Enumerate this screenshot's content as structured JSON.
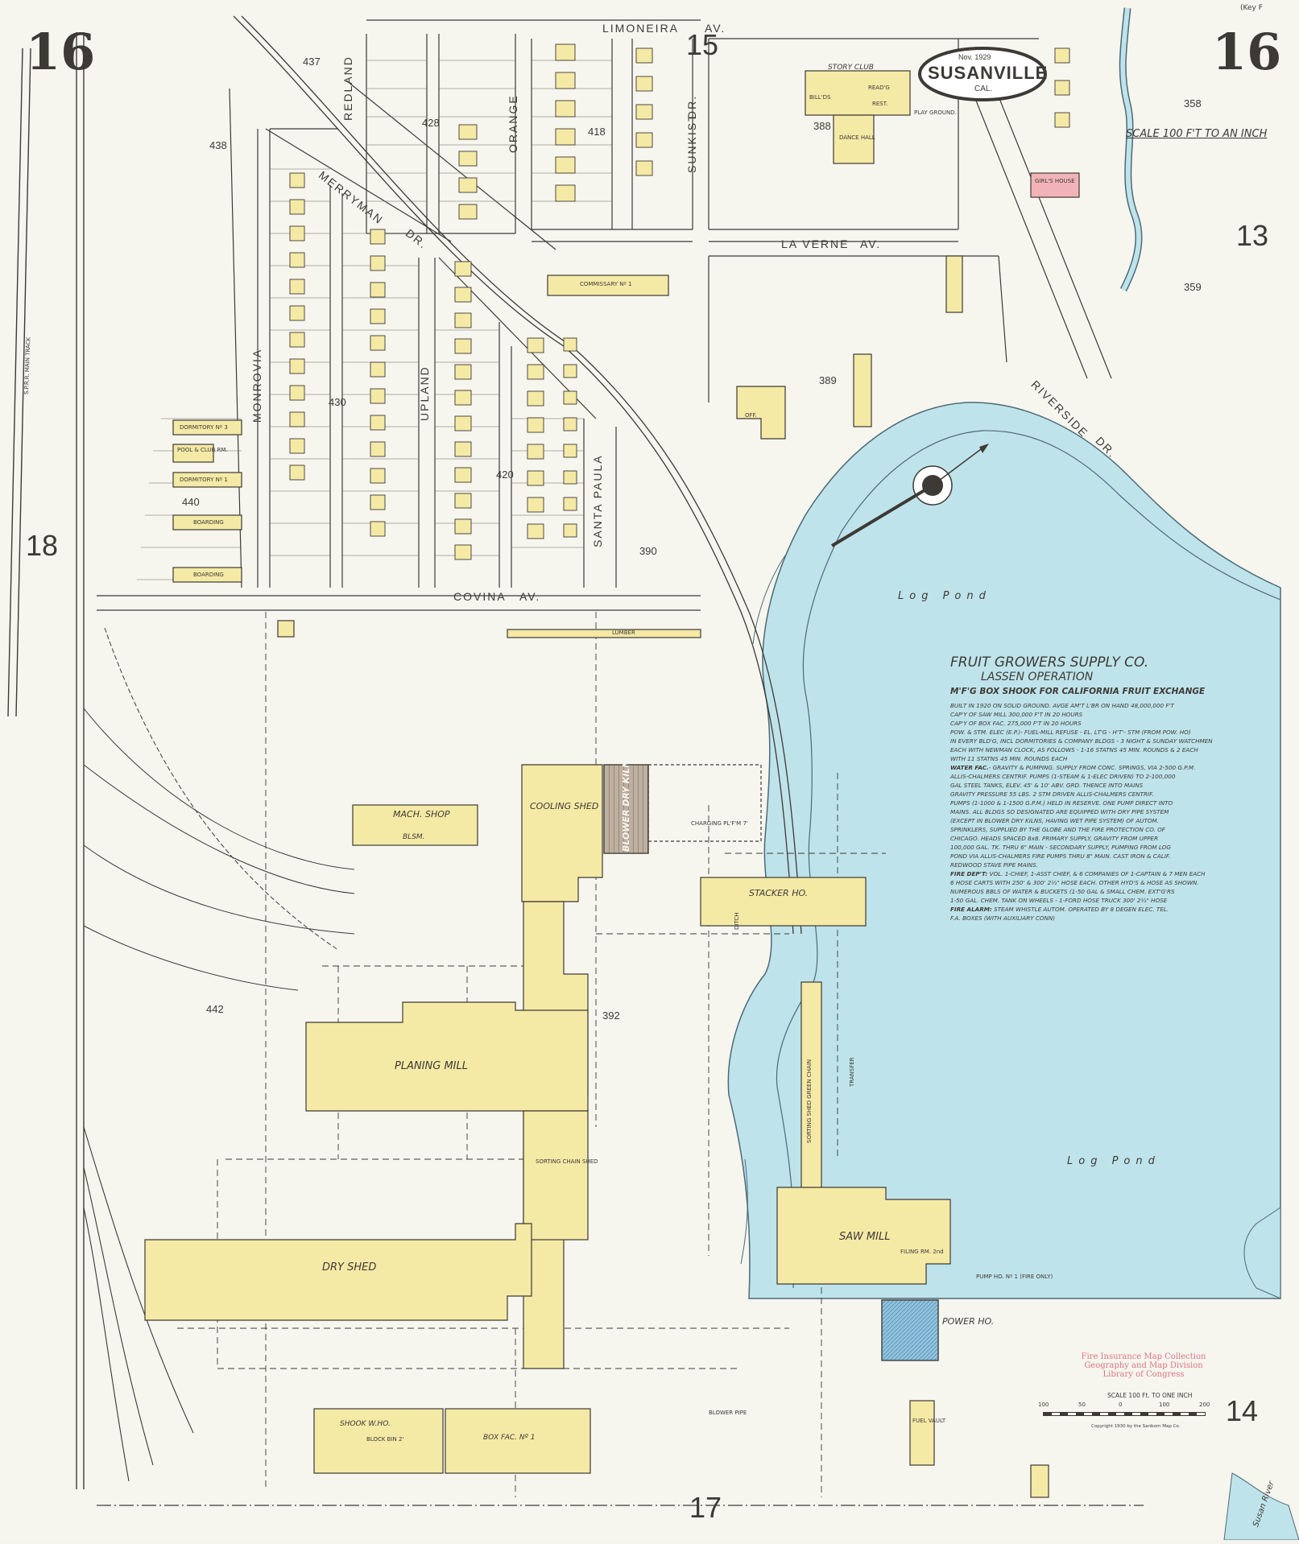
{
  "sheet": {
    "number_left": "16",
    "number_right": "16",
    "adjacent": {
      "top": "15",
      "left": "18",
      "right_upper": "13",
      "right_lower": "14",
      "bottom": "17"
    },
    "corner_note": "(Key F"
  },
  "cartouche": {
    "date": "Nov. 1929",
    "town": "SUSANVILLE",
    "state": "CAL."
  },
  "scale_note": "SCALE 100 F'T TO AN INCH",
  "scale_bar": {
    "title": "SCALE 100 Ft. TO ONE INCH",
    "ticks": [
      "100",
      "50",
      "0",
      "100",
      "200"
    ],
    "copyright": "Copyright 1930 by the Sanborn Map Co."
  },
  "stamp": {
    "line1": "Fire Insurance Map Collection",
    "line2": "Geography and Map Division",
    "line3": "Library of Congress"
  },
  "streets": {
    "limoneira": "LIMONEIRA",
    "limoneira_suffix": "AV.",
    "redland": "REDLAND",
    "orange": "ORANGE",
    "sunkist": "SUNKIST",
    "sunkist_suffix": "DR.",
    "merryman": "MERRYMAN",
    "merryman_suffix": "DR.",
    "la_verne": "LA VERNE",
    "la_verne_suffix": "AV.",
    "monrovia": "MONROVIA",
    "upland": "UPLAND",
    "santa_paula": "SANTA PAULA",
    "covina": "COVINA",
    "covina_suffix": "AV.",
    "riverside": "RIVERSIDE",
    "riverside_suffix": "DR.",
    "railroad": "S.P.R.R. MAIN TRACK"
  },
  "block_numbers": [
    "437",
    "438",
    "428",
    "418",
    "388",
    "358",
    "359",
    "389",
    "430",
    "420",
    "440",
    "390",
    "442",
    "392"
  ],
  "water": {
    "log_pond_1": "Log Pond",
    "log_pond_2": "Log Pond",
    "river": "Susan River"
  },
  "buildings": {
    "story_club": "STORY CLUB",
    "billiards": "BILL'DS",
    "reading": "READ'G",
    "rest": "REST.",
    "dance_hall": "DANCE HALL",
    "play_ground": "PLAY GROUND.",
    "girls_house": "GIRL'S HOUSE",
    "commissary": "COMMISSARY Nº 1",
    "office": "OFF.",
    "dormitory_3": "DORMITORY Nº 3",
    "pool_club": "POOL & CLUB RM.",
    "dormitory_1": "DORMITORY Nº 1",
    "boarding_1": "BOARDING",
    "boarding_2": "BOARDING",
    "lumber": "LUMBER",
    "mach_shop": "MACH. SHOP",
    "bl_sm": "BLSM.",
    "cooling_shed": "COOLING SHED",
    "blower_dry_kilns": "BLOWER DRY KILNS",
    "charging_platform": "CHARGING PL'F'M 7'",
    "stacker_ho": "STACKER HO.",
    "planing_mill": "PLANING MILL",
    "sorting_chain_shed": "SORTING CHAIN SHED",
    "sorting_shed_green_chain": "SORTING SHED GREEN CHAIN",
    "dry_shed": "DRY SHED",
    "saw_mill": "SAW MILL",
    "filing_room": "FILING RM. 2nd",
    "pump_ho": "PUMP HO. Nº 1 (FIRE ONLY)",
    "power_ho": "POWER HO.",
    "fuel_vault": "FUEL VAULT",
    "shook_wh": "SHOOK W.HO.",
    "block_bin": "BLOCK BIN 2'",
    "box_fac": "BOX FAC. Nº 1",
    "transfer": "TRANSFER",
    "ditch": "DITCH",
    "blower_pipe": "BLOWER PIPE"
  },
  "legend": {
    "company": "FRUIT GROWERS SUPPLY CO.",
    "operation": "LASSEN OPERATION",
    "subtitle": "M'F'G BOX SHOOK FOR CALIFORNIA FRUIT EXCHANGE",
    "lines": [
      "BUILT IN 1920 ON SOLID GROUND. AVGE AM'T L'BR ON HAND 48,000,000 F'T",
      "CAP'Y OF SAW MILL 300,000 F'T IN 20 HOURS",
      "CAP'Y OF BOX FAC. 275,000 F'T IN 20 HOURS",
      "POW. & STM. ELEC (E.P.)- FUEL-MILL REFUSE - EL. LT'G - H'T'- STM (FROM POW. HO)",
      "IN EVERY BLD'G, INCL DORMITORIES & COMPANY BLDGS - 3 NIGHT & SUNDAY WATCHMEN",
      "EACH WITH NEWMAN CLOCK, AS FOLLOWS - 1-16 STATNS 45 MIN. ROUNDS & 2 EACH",
      "WITH 11 STATNS 45 MIN. ROUNDS EACH"
    ],
    "water_head": "WATER FAC.",
    "water_lines": [
      "- GRAVITY & PUMPING. SUPPLY FROM CONC. SPRINGS, VIA 2-500 G.P.M.",
      "ALLIS-CHALMERS CENTRIF. PUMPS (1-STEAM & 1-ELEC DRIVEN) TO 2-100,000",
      "GAL STEEL TANKS, ELEV. 45' & 10' ABV. GRD. THENCE INTO MAINS",
      "GRAVITY PRESSURE 55 LBS. 2 STM DRIVEN ALLIS-CHALMERS CENTRIF.",
      "PUMPS (1-1000 & 1-1500 G.P.M.) HELD IN RESERVE. ONE PUMP DIRECT INTO",
      "MAINS. ALL BLDGS SO DESIGNATED ARE EQUIPPED WITH DRY PIPE SYSTEM",
      "(EXCEPT IN BLOWER DRY KILNS, HAVING WET PIPE SYSTEM) OF AUTOM.",
      "SPRINKLERS, SUPPLIED BY THE GLOBE AND THE FIRE PROTECTION CO. OF",
      "CHICAGO. HEADS SPACED 8x8. PRIMARY SUPPLY, GRAVITY FROM UPPER",
      "100,000 GAL. TK. THRU 6\" MAIN - SECONDARY SUPPLY, PUMPING FROM LOG",
      "POND VIA ALLIS-CHALMERS FIRE PUMPS THRU 8\" MAIN. CAST IRON & CALIF.",
      "REDWOOD STAVE PIPE MAINS."
    ],
    "fire_dept_head": "FIRE DEP'T:",
    "fire_dept_lines": [
      " VOL. 1-CHIEF, 1-ASST CHIEF, & 6 COMPANIES OF 1-CAPTAIN & 7 MEN EACH",
      "6 HOSE CARTS WITH 250' & 300' 2½\" HOSE EACH. OTHER HYD'S & HOSE AS SHOWN.",
      "NUMEROUS BBLS OF WATER & BUCKETS (1-50 GAL & SMALL CHEM. EXT'G'RS",
      "1-50 GAL. CHEM. TANK ON WHEELS - 1-FORD HOSE TRUCK 300' 2½\" HOSE"
    ],
    "fire_alarm_head": "FIRE ALARM:",
    "fire_alarm_lines": [
      " STEAM WHISTLE AUTOM. OPERATED BY 8 DEGEN ELEC. TEL.",
      "F.A. BOXES (WITH AUXILIARY CONN)"
    ]
  },
  "colors": {
    "paper": "#f6f5ee",
    "frame": "#fbd98a",
    "yellow": "#f5e9a6",
    "brick": "#e59aa0",
    "pink": "#f2b3b8",
    "blue": "#8fc3de",
    "water": "#bfe3ea",
    "ink": "#3d3a35",
    "stamp": "#d5556a",
    "kilns": "#8e7763"
  }
}
